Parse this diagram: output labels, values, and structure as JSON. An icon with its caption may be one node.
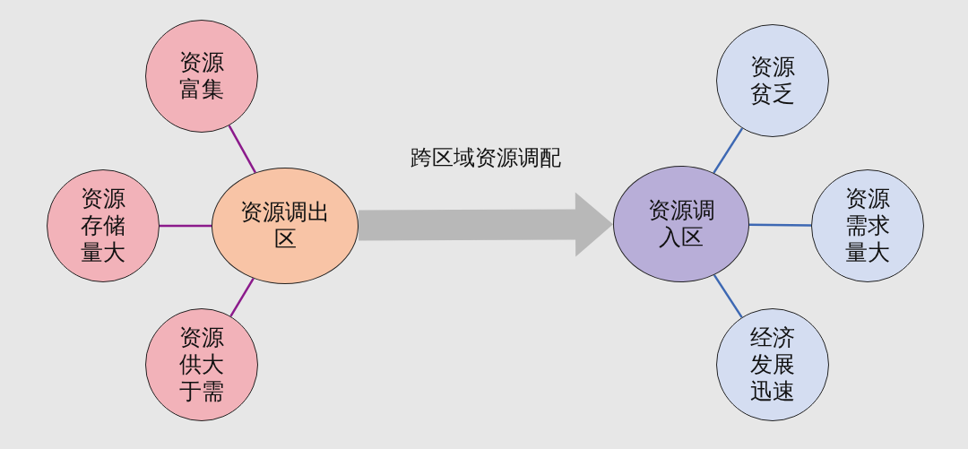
{
  "diagram": {
    "nodes": [
      {
        "text": [
          "资源调出区"
        ]
      },
      {
        "text": [
          "资源富集"
        ]
      },
      {
        "text": [
          "资源存储量大"
        ]
      },
      {
        "text": [
          "资源供大于需"
        ]
      },
      {
        "text": [
          "资源调入区"
        ]
      },
      {
        "text": [
          "资源贫乏"
        ]
      },
      {
        "text": [
          "资源需求量大"
        ]
      },
      {
        "text": [
          "经济发展迅速"
        ]
      }
    ],
    "edges": [
      {
        "from": 0,
        "to": 4,
        "arrow": "to",
        "label": "跨区域资源调配",
        "style": "thick",
        "color": "#b8b8b8"
      },
      {
        "from": 0,
        "to": 1,
        "arrow": "none",
        "color": "#8b1a8b"
      },
      {
        "from": 0,
        "to": 2,
        "arrow": "none",
        "color": "#8b1a8b"
      },
      {
        "from": 0,
        "to": 3,
        "arrow": "none",
        "color": "#8b1a8b"
      },
      {
        "from": 4,
        "to": 5,
        "arrow": "none",
        "color": "#3d68b3"
      },
      {
        "from": 4,
        "to": 6,
        "arrow": "none",
        "color": "#3d68b3"
      },
      {
        "from": 4,
        "to": 7,
        "arrow": "none",
        "color": "#3d68b3"
      }
    ]
  }
}
